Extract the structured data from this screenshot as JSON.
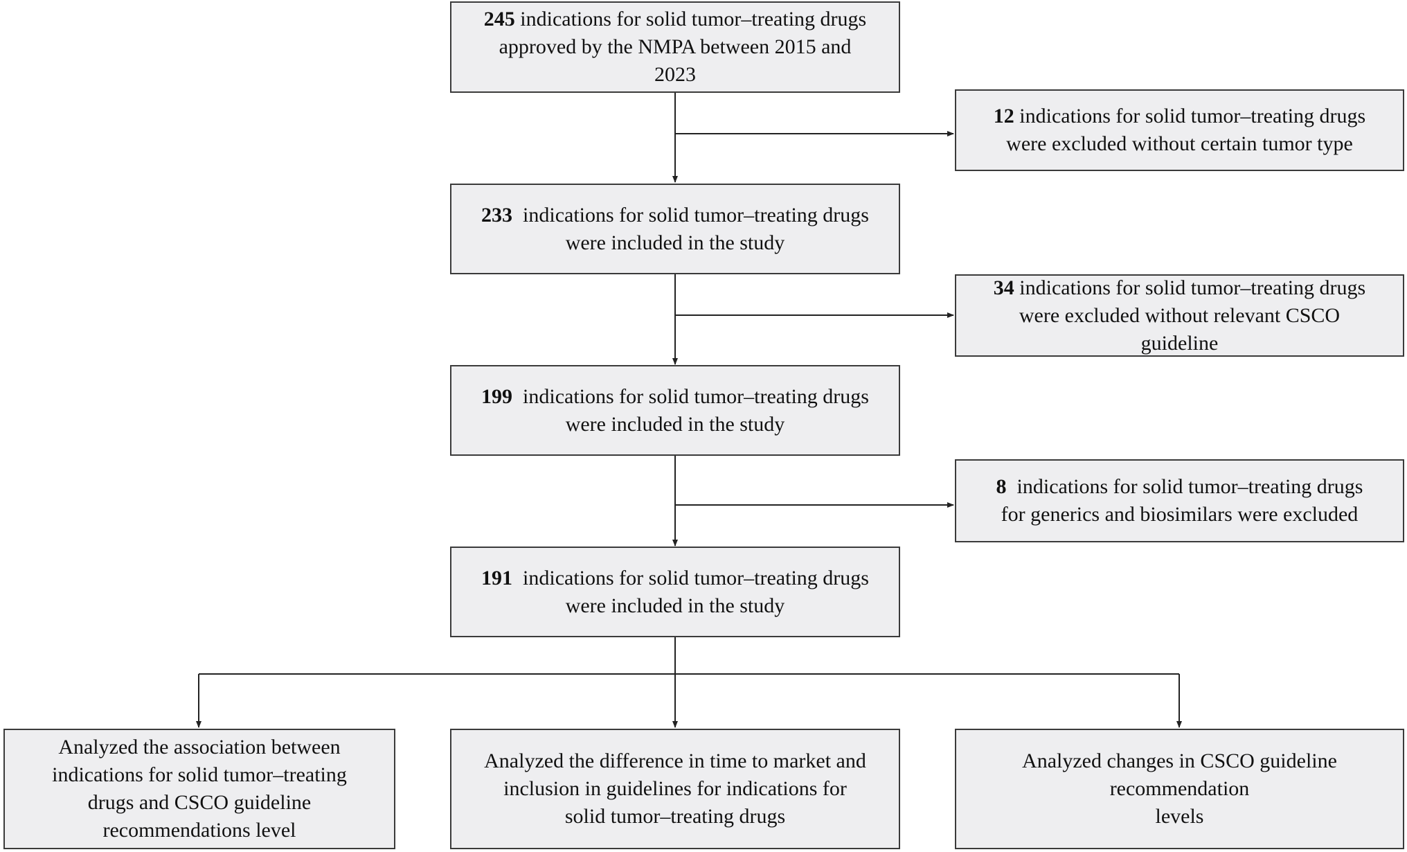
{
  "boxes": {
    "box1": {
      "num": "245",
      "lines": [
        "indications for solid tumor–treating drugs",
        "approved by the NMPA between 2015 and",
        "2023"
      ]
    },
    "excl1": {
      "num": "12",
      "lines": [
        "indications for solid tumor–treating drugs",
        "were excluded without certain tumor type"
      ]
    },
    "box2": {
      "num": "233",
      "lines": [
        "indications for solid tumor–treating drugs",
        "were included in the study"
      ]
    },
    "excl2": {
      "num": "34",
      "lines": [
        "indications for solid tumor–treating drugs",
        "were excluded without relevant CSCO",
        "guideline"
      ]
    },
    "box3": {
      "num": "199",
      "lines": [
        "indications for solid tumor–treating drugs",
        "were included in the study"
      ]
    },
    "excl3": {
      "num": "8",
      "lines": [
        "indications for solid tumor–treating drugs",
        "for generics and biosimilars were excluded"
      ]
    },
    "box4": {
      "num": "191",
      "lines": [
        "indications for solid tumor–treating drugs",
        "were included in the study"
      ]
    },
    "out1": {
      "lines": [
        "Analyzed the association between",
        "indications for solid tumor–treating",
        "drugs and CSCO guideline",
        "recommendations level"
      ]
    },
    "out2": {
      "lines": [
        "Analyzed the difference in time to market and",
        "inclusion in guidelines for  indications for",
        "solid tumor–treating drugs"
      ]
    },
    "out3": {
      "lines": [
        "Analyzed changes in CSCO guideline",
        "recommendation",
        "levels"
      ]
    }
  }
}
